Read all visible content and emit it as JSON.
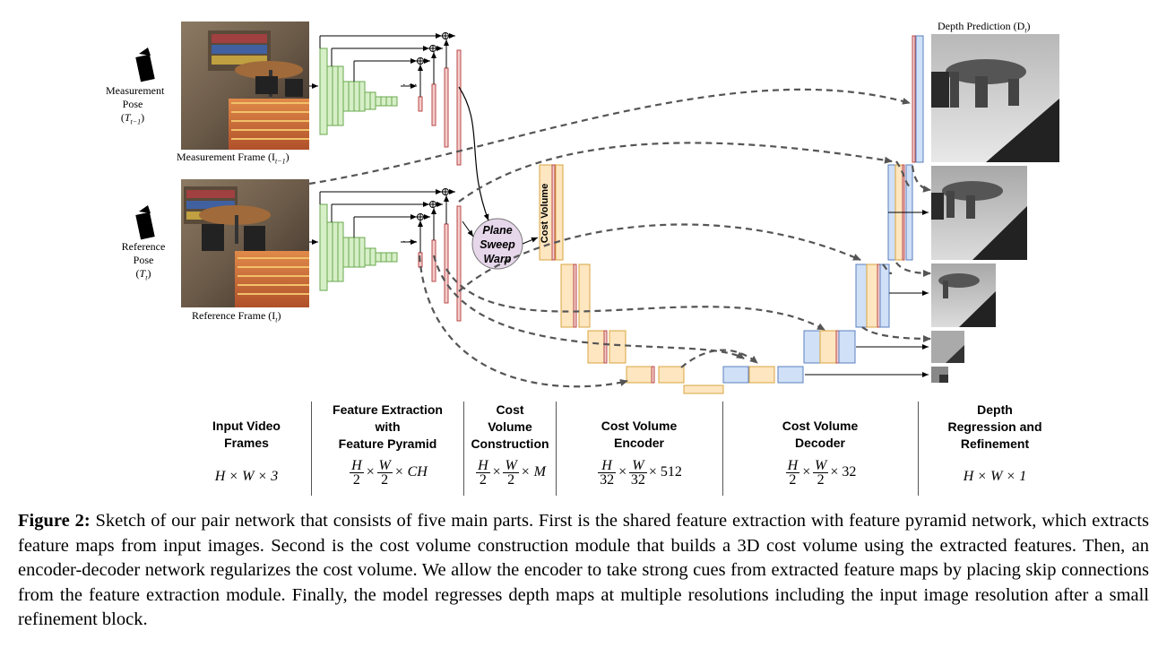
{
  "figure": {
    "measurement_pose": {
      "line1": "Measurement",
      "line2": "Pose",
      "line3": "(T_{t−1})",
      "symbol": "T",
      "sub": "t−1"
    },
    "reference_pose": {
      "line1": "Reference",
      "line2": "Pose",
      "symbol": "T",
      "sub": "t"
    },
    "measurement_frame_label": "Measurement Frame (I",
    "measurement_frame_sub": "t−1",
    "reference_frame_label": "Reference Frame (I",
    "reference_frame_sub": "t",
    "depth_prediction_label": "Depth Prediction (D",
    "depth_prediction_sub": "t",
    "plane_sweep_label": [
      "Plane",
      "Sweep",
      "Warp"
    ],
    "cost_volume_label": "Cost Volume",
    "ellipsis": "· · ·"
  },
  "columns": [
    {
      "title": "Input Video\nFrames",
      "formula": "H × W × 3"
    },
    {
      "title": "Feature Extraction\nwith\nFeature Pyramid",
      "f_num1": "H",
      "f_den1": "2",
      "f_num2": "W",
      "f_den2": "2",
      "f_tail": "× CH"
    },
    {
      "title": "Cost\nVolume\nConstruction",
      "f_num1": "H",
      "f_den1": "2",
      "f_num2": "W",
      "f_den2": "2",
      "f_tail": "× M"
    },
    {
      "title": "Cost Volume\nEncoder",
      "f_num1": "H",
      "f_den1": "32",
      "f_num2": "W",
      "f_den2": "32",
      "f_tail": "× 512"
    },
    {
      "title": "Cost Volume\nDecoder",
      "f_num1": "H",
      "f_den1": "2",
      "f_num2": "W",
      "f_den2": "2",
      "f_tail": "× 32"
    },
    {
      "title": "Depth\nRegression and\nRefinement",
      "formula": "H × W × 1"
    }
  ],
  "caption": {
    "label": "Figure 2:",
    "text": " Sketch of our pair network that consists of five main parts. First is the shared feature extraction with feature pyramid network, which extracts feature maps from input images. Second is the cost volume construction module that builds a 3D cost volume using the extracted features. Then, an encoder-decoder network regularizes the cost volume. We allow the encoder to take strong cues from extracted feature maps by placing skip connections from the feature extraction module. Finally, the model regresses depth maps at multiple resolutions including the input image resolution after a small refinement block."
  },
  "colors": {
    "green_fill": "#d6efc7",
    "green_stroke": "#6aa84f",
    "red_fill": "#f4cccc",
    "red_stroke": "#b94a48",
    "orange_fill": "#fde6c0",
    "orange_stroke": "#d9a441",
    "blue_fill": "#cfe0f7",
    "blue_stroke": "#5b7fbf",
    "purple_fill": "#e6d7ea"
  }
}
